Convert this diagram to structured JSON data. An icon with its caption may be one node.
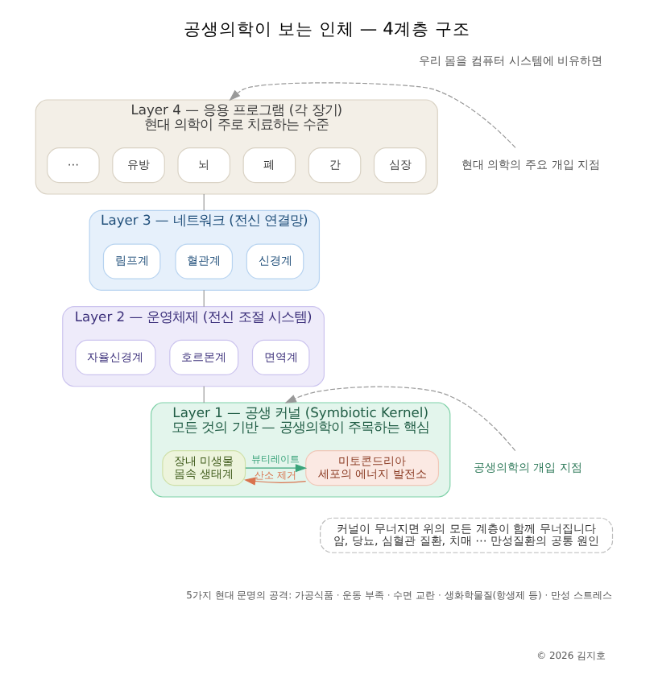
{
  "diagram": {
    "title": "공생의학이 보는 인체 — 4계층 구조",
    "nodes": [
      {
        "text": [
          "Layer 4 — 응용 프로그램 (각 장기)",
          "현대 의학이 주로 치료하는 수준"
        ]
      },
      {
        "text": [
          "심장"
        ],
        "in": 0
      },
      {
        "text": [
          "간"
        ],
        "in": 0
      },
      {
        "text": [
          "폐"
        ],
        "in": 0
      },
      {
        "text": [
          "뇌"
        ],
        "in": 0
      },
      {
        "text": [
          "유방"
        ],
        "in": 0
      },
      {
        "text": [
          "⋯"
        ],
        "in": 0
      },
      {
        "text": [
          "Layer 3 — 네트워크 (전신 연결망)"
        ]
      },
      {
        "text": [
          "신경계"
        ],
        "in": 7
      },
      {
        "text": [
          "혈관계"
        ],
        "in": 7
      },
      {
        "text": [
          "림프계"
        ],
        "in": 7
      },
      {
        "text": [
          "Layer 2 — 운영체제 (전신 조절 시스템)"
        ]
      },
      {
        "text": [
          "면역계"
        ],
        "in": 11
      },
      {
        "text": [
          "호르몬계"
        ],
        "in": 11
      },
      {
        "text": [
          "자율신경계"
        ],
        "in": 11
      },
      {
        "text": [
          "Layer 1 — 공생 커널 (Symbiotic Kernel)",
          "모든 것의 기반 — 공생의학이 주목하는 핵심"
        ]
      },
      {
        "text": [
          "미토콘드리아",
          "세포의 에너지 발전소"
        ],
        "in": 15
      },
      {
        "text": [
          "장내 미생물",
          "몸속 생태계"
        ],
        "in": 15
      },
      {
        "text": [
          "현대 의학의 주요 개입 지점"
        ]
      },
      {
        "text": [
          "공생의학의 개입 지점"
        ]
      },
      {
        "text": [
          "커널이 무너지면 위의 모든 계층이 함께 무너집니다",
          "암, 당뇨, 심혈관 질환, 치매 ⋯ 만성질환의 공통 원인"
        ]
      }
    ],
    "edges": [
      {
        "from": 0,
        "to": 7,
        "arrow": "none"
      },
      {
        "from": 7,
        "to": 11,
        "arrow": "none"
      },
      {
        "from": 11,
        "to": 15,
        "arrow": "none"
      },
      {
        "from": 16,
        "to": 17,
        "arrow": "to",
        "label": "산소 제거",
        "color": "#d9734e"
      },
      {
        "from": 17,
        "to": 16,
        "arrow": "to",
        "label": "뷰티레이트",
        "color": "#3aa37a"
      },
      {
        "from": 18,
        "to": 0,
        "arrow": "to",
        "style": "dashed"
      },
      {
        "from": 19,
        "to": 15,
        "arrow": "to",
        "style": "dashed"
      }
    ],
    "labels": [
      "우리 몸을 컴퓨터 시스템에 비유하면",
      "5가지 현대 문명의 공격: 가공식품 · 운동 부족 · 수면 교란 · 생화학물질(항생제 등) · 만성 스트레스",
      "© 2026 김지호"
    ]
  }
}
